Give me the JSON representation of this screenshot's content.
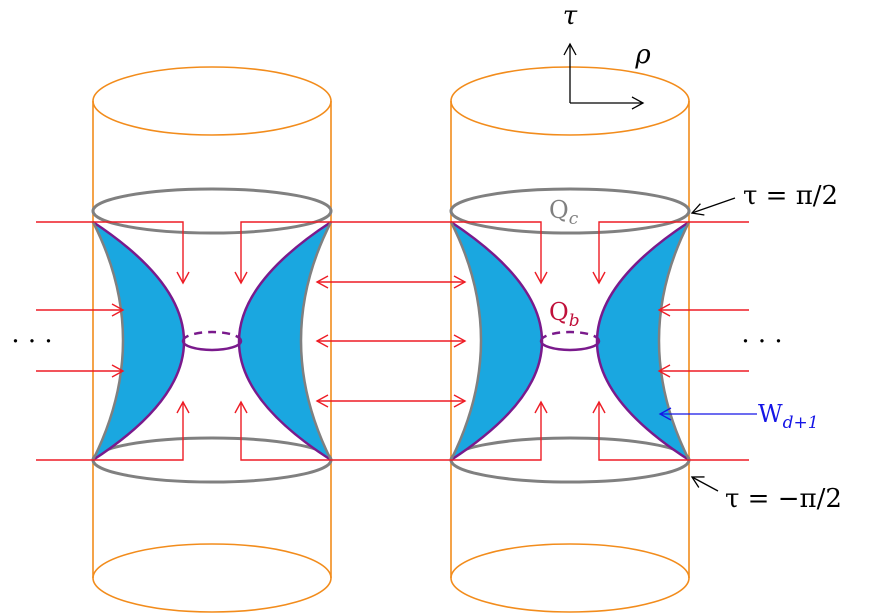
{
  "colors": {
    "cylinder": "#f28c1c",
    "slice": "#808080",
    "wedge_fill": "#1aa7e0",
    "wedge_stroke": "#7a1a8c",
    "arrows": "#ee1c25",
    "brane_label": "#c0103a",
    "wall_label": "#1515e6",
    "text": "#000000"
  },
  "axes": {
    "time": "τ",
    "radial": "ρ"
  },
  "labels": {
    "tau_top": "τ = π/2",
    "tau_bottom": "τ = −π/2",
    "ellipsis_left": "· · ·",
    "ellipsis_right": "· · ·",
    "qc": {
      "base": "Q",
      "sub": "c"
    },
    "qb": {
      "base": "Q",
      "sub": "b"
    },
    "wall": {
      "base": "W",
      "sub": "d+1"
    }
  }
}
